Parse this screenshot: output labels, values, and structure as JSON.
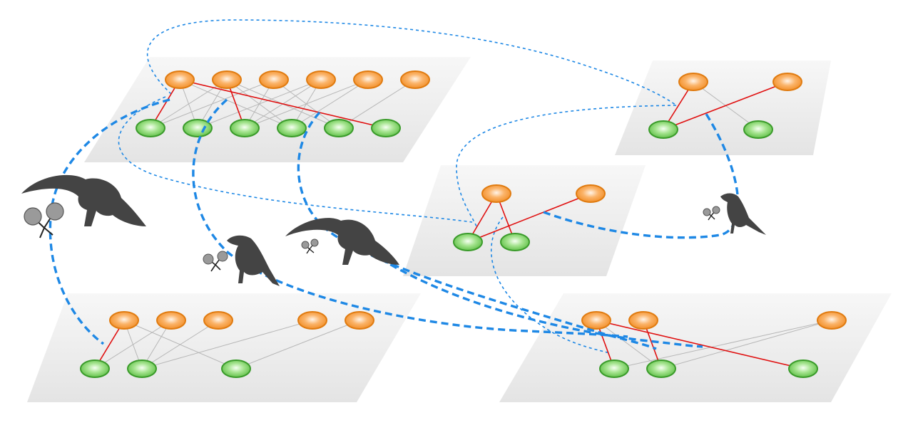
{
  "colors": {
    "plane": "#ececec",
    "orange_fill": "#f9a355",
    "orange_stroke": "#e07b10",
    "green_fill": "#8fdc7a",
    "green_stroke": "#3a9b2a",
    "interaction_edge": "#b5b5b5",
    "highlight_edge": "#e01010",
    "dispersal_link": "#1e88e5",
    "silhouette": "#444444"
  },
  "networks": [
    {
      "id": "top-left",
      "orange_count": 6,
      "green_count": 6
    },
    {
      "id": "top-right",
      "orange_count": 2,
      "green_count": 2
    },
    {
      "id": "middle",
      "orange_count": 2,
      "green_count": 2
    },
    {
      "id": "bottom-left",
      "orange_count": 5,
      "green_count": 3
    },
    {
      "id": "bottom-right",
      "orange_count": 3,
      "green_count": 3
    }
  ],
  "legend_icons": [
    "hornbill-silhouette",
    "small-bird-silhouette",
    "fruit-cluster-icon"
  ]
}
